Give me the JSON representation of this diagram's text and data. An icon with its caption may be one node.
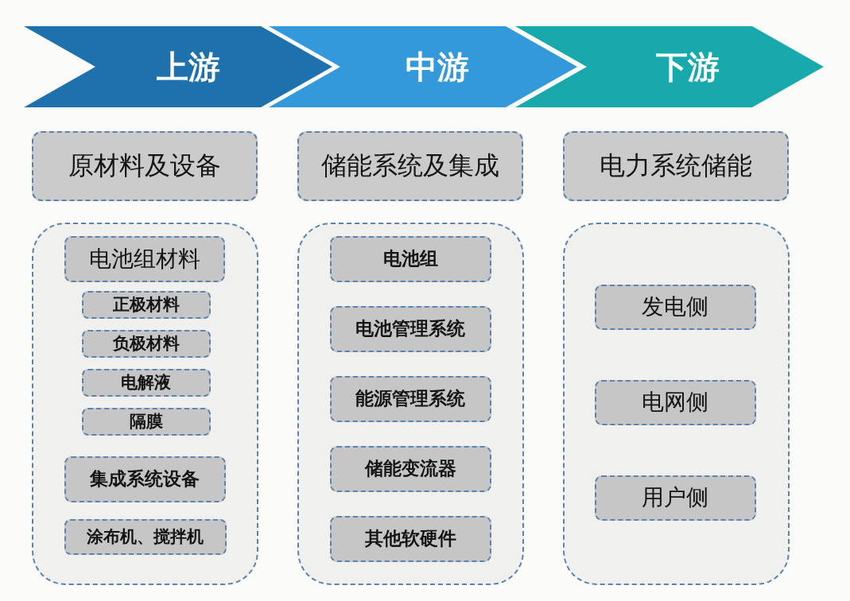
{
  "diagram": {
    "nodes": [
      {
        "text": [
          "上游"
        ]
      },
      {
        "text": [
          "中游"
        ]
      },
      {
        "text": [
          "下游"
        ]
      },
      {
        "text": [
          "原材料及设备"
        ]
      },
      {
        "text": [
          "储能系统及集成"
        ]
      },
      {
        "text": [
          "电力系统储能"
        ]
      },
      {
        "text": [],
        "shape": "box"
      },
      {
        "text": [
          "电池组材料"
        ],
        "in": 6
      },
      {
        "text": [
          "正极材料"
        ],
        "in": 6
      },
      {
        "text": [
          "负极材料"
        ],
        "in": 6
      },
      {
        "text": [
          "电解液"
        ],
        "in": 6
      },
      {
        "text": [
          "隔膜"
        ],
        "in": 6
      },
      {
        "text": [
          "集成系统设备"
        ],
        "in": 6
      },
      {
        "text": [
          "涂布机、搅拌机"
        ],
        "in": 6
      },
      {
        "text": [],
        "shape": "box"
      },
      {
        "text": [
          "电池组"
        ],
        "in": 14
      },
      {
        "text": [
          "电池管理系统"
        ],
        "in": 14
      },
      {
        "text": [
          "能源管理系统"
        ],
        "in": 14
      },
      {
        "text": [
          "储能变流器"
        ],
        "in": 14
      },
      {
        "text": [
          "其他软硬件"
        ],
        "in": 14
      },
      {
        "text": [],
        "shape": "box"
      },
      {
        "text": [
          "发电侧"
        ],
        "in": 20
      },
      {
        "text": [
          "电网侧"
        ],
        "in": 20
      },
      {
        "text": [
          "用户侧"
        ],
        "in": 20
      }
    ]
  }
}
